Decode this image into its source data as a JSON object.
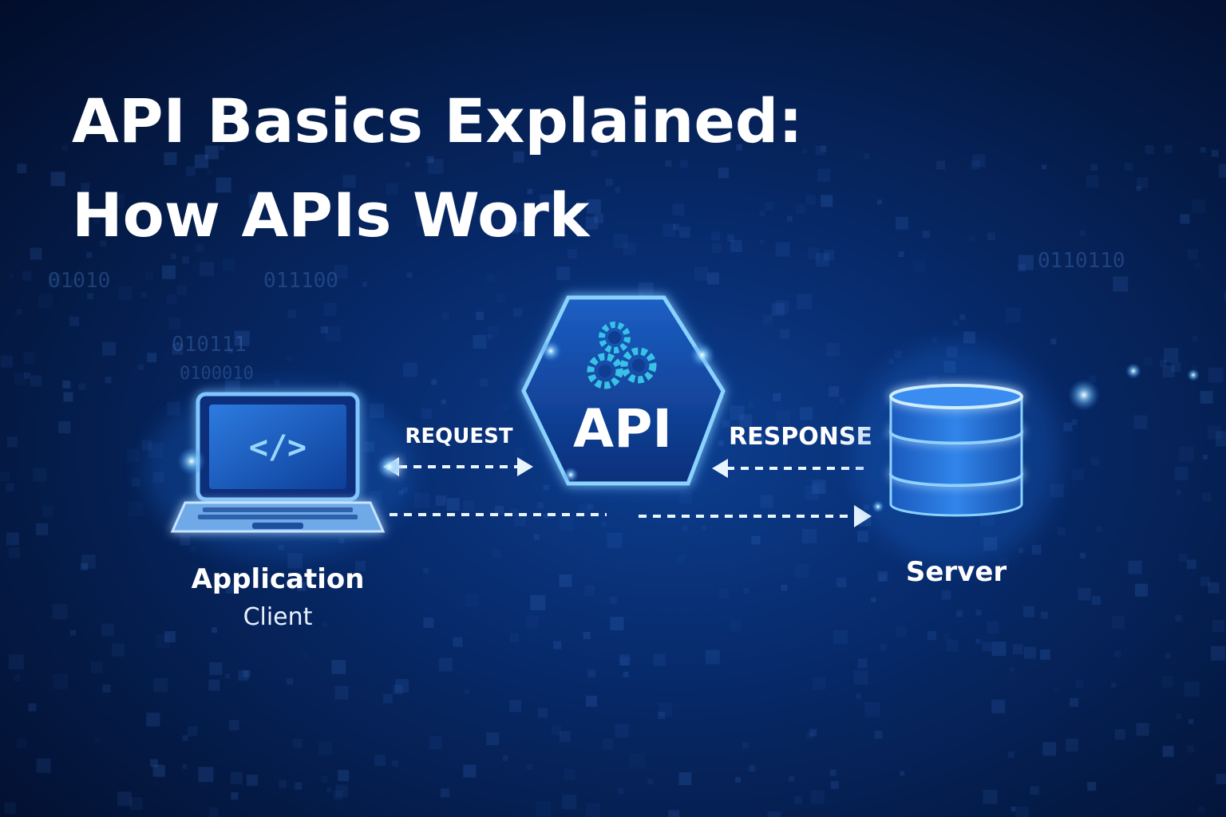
{
  "title": {
    "line1": "API Basics Explained:",
    "line2": "How APIs Work"
  },
  "diagram": {
    "client": {
      "icon": "laptop-code-icon",
      "code_glyph": "</>",
      "label": "Application",
      "sublabel": "Client"
    },
    "api": {
      "icon": "gears-icon",
      "label": "API"
    },
    "server": {
      "icon": "database-icon",
      "label": "Server"
    },
    "request_label": "REQUEST",
    "response_label": "RESPONSE"
  },
  "background": {
    "binary_strings": [
      "01010",
      "011100",
      "010111",
      "0110110",
      "0100010"
    ]
  },
  "colors": {
    "accent": "#3fa9ff",
    "glow": "#5ec8ff",
    "icon_teal": "#38c3e6"
  }
}
